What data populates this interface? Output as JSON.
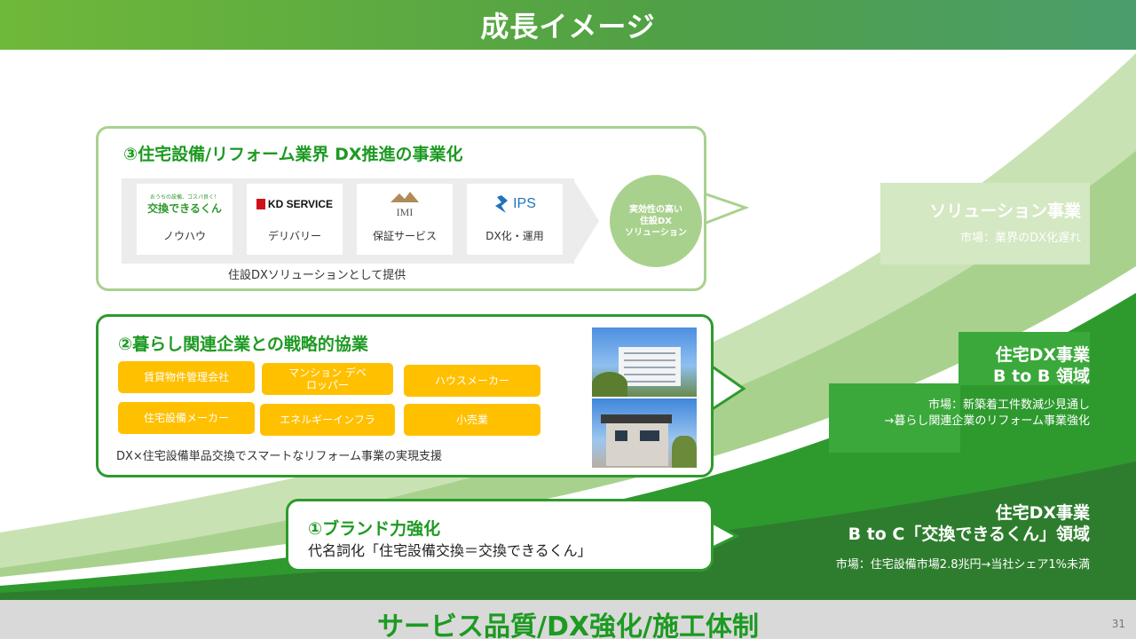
{
  "header": {
    "title": "成長イメージ"
  },
  "footer": {
    "title": "サービス品質/DX強化/施工体制",
    "page_number": "31"
  },
  "section3": {
    "title": "③住宅設備/リフォーム業界 DX推進の事業化",
    "cards": [
      {
        "logo_text": "交換できるくん",
        "logo_small": "おうちの設備、コスパ良く！",
        "label": "ノウハウ"
      },
      {
        "logo_text": "KD SERVICE",
        "label": "デリバリー"
      },
      {
        "logo_text": "IMI",
        "label": "保証サービス"
      },
      {
        "logo_text": "IPS",
        "label": "DX化・運用"
      }
    ],
    "circle_lines": [
      "実効性の高い",
      "住設DX",
      "ソリューション"
    ],
    "note": "住設DXソリューションとして提供"
  },
  "section2": {
    "title": "②暮らし関連企業との戦略的協業",
    "chips": [
      "賃貸物件管理会社",
      "マンション デベロッパー",
      "ハウスメーカー",
      "住宅設備メーカー",
      "エネルギーインフラ",
      "小売業"
    ],
    "note": "DX×住宅設備単品交換でスマートなリフォーム事業の実現支援"
  },
  "section1": {
    "title": "①ブランド力強化",
    "subtitle": "代名詞化「住宅設備交換＝交換できるくん」"
  },
  "right": {
    "solution": {
      "title": "ソリューション事業",
      "market": "市場：業界のDX化遅れ"
    },
    "btob": {
      "title_line1": "住宅DX事業",
      "title_line2": "B to B 領域",
      "market_line1": "市場：新築着工件数減少見通し",
      "market_line2": "→暮らし関連企業のリフォーム事業強化"
    },
    "btoc": {
      "title_line1": "住宅DX事業",
      "title_line2": "B to C「交換できるくん」領域",
      "market": "市場：住宅設備市場2.8兆円→当社シェア1%未満"
    }
  },
  "colors": {
    "dark_green": "#2e9a2e",
    "light_green": "#a9d18e",
    "yellow": "#ffc000",
    "title_green": "#1d9a22"
  }
}
